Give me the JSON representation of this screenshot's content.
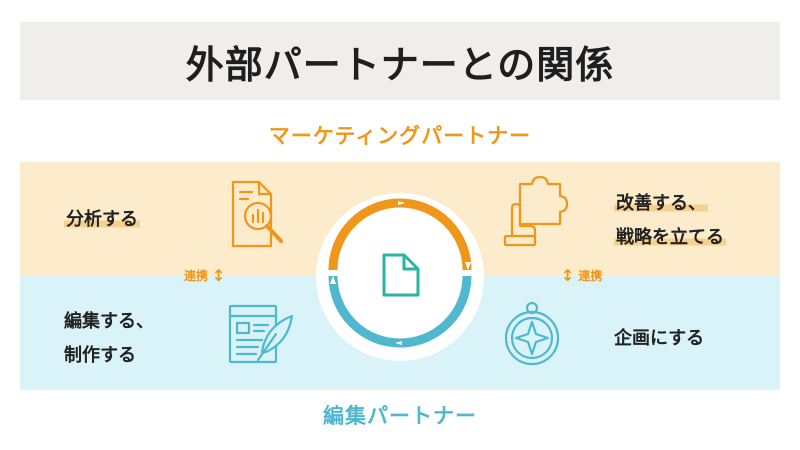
{
  "title": "外部パートナーとの関係",
  "marketing_partner_label": "マーケティングパートナー",
  "editing_partner_label": "編集パートナー",
  "tasks": {
    "analyze": "分析する",
    "improve_line1": "改善する、",
    "improve_line2": "戦略を立てる",
    "edit_line1": "編集する、",
    "edit_line2": "制作する",
    "plan": "企画にする"
  },
  "link_left": "連携",
  "link_right": "連携",
  "colors": {
    "marketing": "#f0961a",
    "editing": "#4fb8cf",
    "marketing_bg": "#fdeccb",
    "editing_bg": "#d9f3f9",
    "center_doc": "#2bb5a0"
  },
  "icons": {
    "analyze": "document-magnifier-chart-icon",
    "improve": "hand-puzzle-icon",
    "edit": "document-quill-icon",
    "plan": "compass-icon",
    "center": "document-icon"
  }
}
